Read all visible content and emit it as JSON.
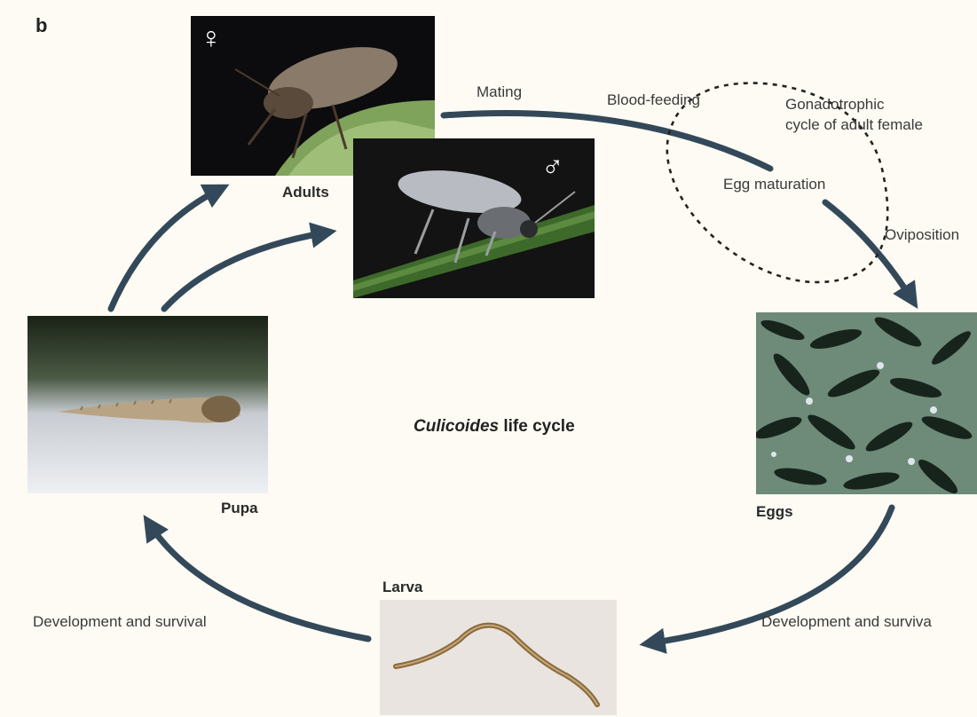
{
  "panel_letter": "b",
  "center_title": {
    "italic": "Culicoides",
    "rest": " life cycle"
  },
  "stages": {
    "adults": "Adults",
    "pupa": "Pupa",
    "larva": "Larva",
    "eggs": "Eggs"
  },
  "process_labels": {
    "mating": "Mating",
    "blood_feeding": "Blood-feeding",
    "gonadotrophic_line1": "Gonadotrophic",
    "gonadotrophic_line2": "cycle of adult female",
    "egg_maturation": "Egg maturation",
    "oviposition": "Oviposition",
    "dev_left": "Development and survival",
    "dev_right": "Development and surviva"
  },
  "symbols": {
    "female": "♀",
    "male": "♂"
  },
  "colors": {
    "arrow": "#33495a",
    "background": "#fdfbf3",
    "dashed_loop": "#222222"
  }
}
